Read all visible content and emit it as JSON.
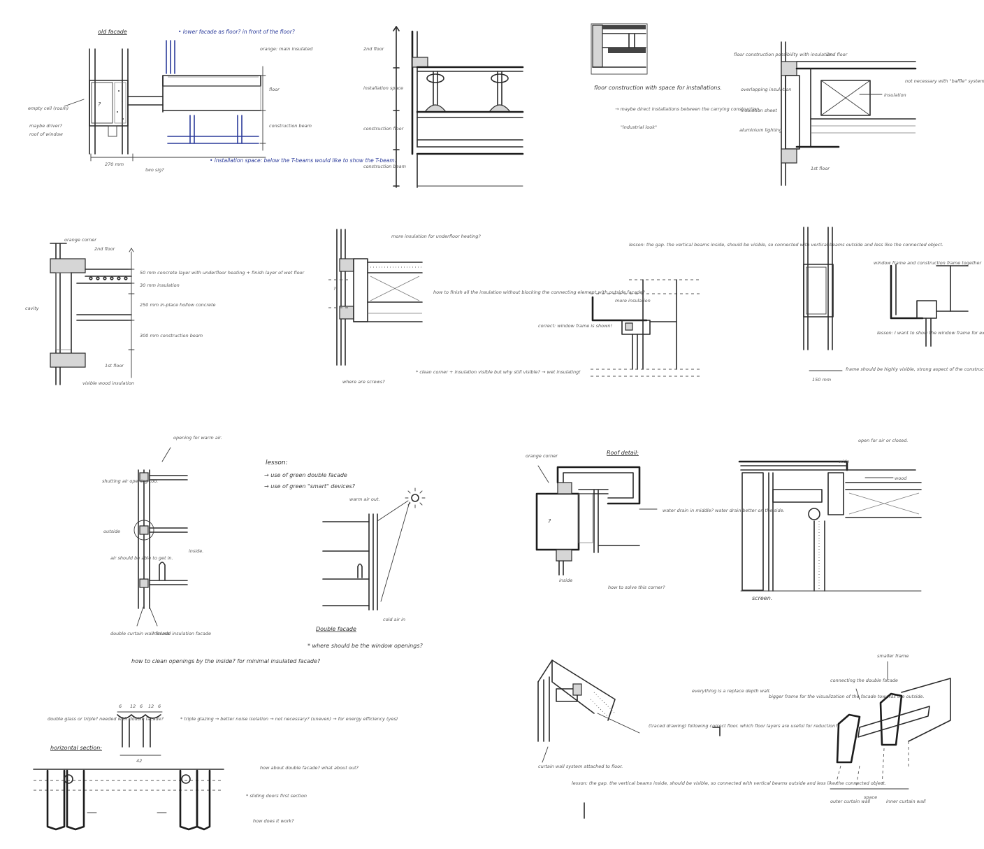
{
  "sketch1": {
    "title": "old facade",
    "empty_cell": "empty cell (room)",
    "maybe_driver": "maybe driver?",
    "roof_window": "roof of window",
    "question": "?",
    "dim_left": "270 mm",
    "dim_right": "two sig?",
    "blue_note_top": "• lower facade as floor? in front of the floor?",
    "blue_note_bottom": "• installation space: below the T-beams would like to show the T-beam.",
    "orange_note": "orange: main insulated",
    "floor": "floor",
    "construction_beam": "construction beam"
  },
  "sketch2": {
    "label_floor": "2nd floor",
    "label_install": "installation space",
    "label_construct": "construction floor",
    "label_beam": "construction beam"
  },
  "sketch3": {
    "caption1": "floor construction with space for installations.",
    "caption2": "→ maybe direct installations between the carrying construction.",
    "caption3": "\"industrial look\""
  },
  "sketch4": {
    "top_floor": "2nd floor",
    "label_a": "floor construction possibility with insulation",
    "label_b": "overlapping insulation",
    "label_c": "insulation sheet",
    "label_d": "aluminium lighting",
    "label_e": "insulation",
    "note_right": "not necessary with \"baffle\" system",
    "bottom_floor": "1st floor"
  },
  "sketch5": {
    "orange": "orange corner",
    "top_floor": "2nd floor",
    "row1": "50 mm  concrete layer with underfloor heating + finish layer of wet floor",
    "row2": "30 mm  insulation",
    "row3": "250 mm  in-place hollow concrete",
    "row4": "300 mm  construction beam",
    "cavity": "cavity",
    "bottom_floor": "1st floor",
    "visible": "visible wood insulation"
  },
  "sketch6": {
    "note_top": "more insulation for underfloor heating?",
    "note_right": "how to finish all the insulation without blocking the connecting element with outside facade?",
    "note_bottom_left": "where are screws?",
    "note_bottom_right": "* clean corner + insulation visible but why still visible? → wet insulating!",
    "question": "?"
  },
  "sketch7": {
    "lesson": "lesson: the gap. the vertical beams inside, should be visible, so connected with vertical beams outside and less like the connected object.",
    "more_insul": "more insulation",
    "correct": "correct: window frame is shown!"
  },
  "sketch8": {
    "window_note": "window frame and construction frame together",
    "lesson": "lesson: I want to show the window frame for extra depth.",
    "dim": "150 mm",
    "frame_note": "frame should be highly visible, strong aspect of the construction. (not to big)"
  },
  "sketch9": {
    "opening": "opening for warm air.",
    "shutting": "shutting air opening too.",
    "outside": "outside",
    "inside": "inside.",
    "air": "air should be able to get in.",
    "double": "double curtain wall facade",
    "minimal": "minimal insulation facade",
    "question": "how to clean openings by the inside? for minimal insulated facade?"
  },
  "sketch10": {
    "lesson_title": "lesson:",
    "item1": "→ use of green double facade",
    "item2": "→ use of green \"smart\" devices?",
    "warm_air": "warm air out.",
    "cold_air": "cold air in",
    "title": "Double facade",
    "question": "* where should be the window openings?"
  },
  "sketch11": {
    "orange": "orange corner",
    "title": "Roof detail:",
    "water": "water drain in middle? water drain better on the side.",
    "inside": "inside",
    "question": "how to solve this corner?",
    "q_mark": "?"
  },
  "sketch12": {
    "open": "open for air or closed.",
    "wood": "wood",
    "water": "wide",
    "screen": "screen."
  },
  "sketch13": {
    "dims": [
      "6",
      "12",
      "6",
      "12",
      "6"
    ],
    "dim_total": "42",
    "note_left": "double glass or triple? needed with double facade?",
    "horizontal": "horizontal section:",
    "triple": "* triple glazing → better noise isolation → not necessary? (uneven) → for energy efficiency (yes)",
    "facade_q": "how about double facade? what about out?",
    "sliding": "* sliding doors first section",
    "how_work": "how does it work?"
  },
  "sketch14": {
    "curtain": "curtain wall system attached to floor.",
    "traced": "(traced drawing) following correct floor. which floor layers are useful for reduction?",
    "everything": "everything is a replace depth wall.",
    "lesson": "lesson: the gap. the vertical beams inside, should be visible, so connected with vertical beams outside and less like the connected object."
  },
  "sketch15": {
    "smaller": "smaller frame",
    "connecting": "connecting the double facade",
    "bigger": "bigger frame for the visualization of the facade towards the outside.",
    "outer": "outer curtain wall",
    "space": "space",
    "inner": "inner curtain wall"
  }
}
